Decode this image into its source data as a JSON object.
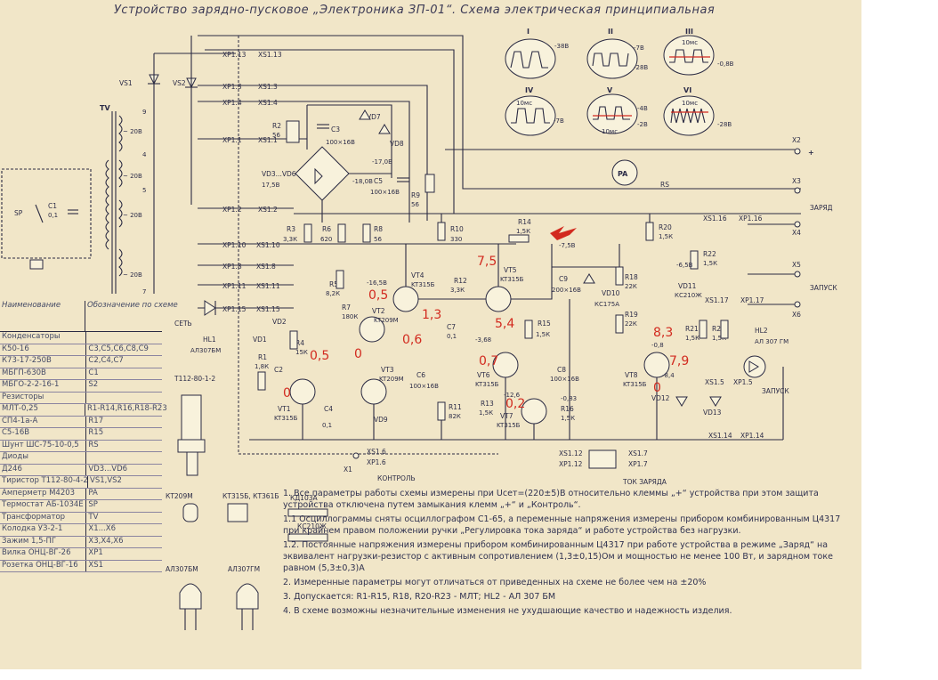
{
  "title": "Устройство зарядно-пусковое „Электроника ЗП-01“. Схема электрическая принципиальная",
  "oscillograms": [
    {
      "label": "I",
      "value": "-38В"
    },
    {
      "label": "II",
      "value1": "-7В",
      "value2": "-28В"
    },
    {
      "label": "III",
      "value1": "10мс",
      "value2": "-0,8В"
    },
    {
      "label": "IV",
      "value1": "10мс",
      "value2": "-7В"
    },
    {
      "label": "V",
      "value1": "-4В",
      "value2": "10мс",
      "value3": "-2В"
    },
    {
      "label": "VI",
      "value1": "10мс",
      "value2": "-28В"
    }
  ],
  "labels": {
    "tv": "TV",
    "vs1": "VS1",
    "vs2": "VS2",
    "sp": "SP",
    "c1": "C1",
    "c1v": "0,1",
    "v20a": "~ 20В",
    "v20b": "~ 20В",
    "v20c": "~ 20В",
    "v20d": "~ 20В",
    "xp113": "XP1.13",
    "xs113": "XS1.13",
    "xp13": "XP1.3",
    "xs13": "XS1.3",
    "xp14": "XP1.4",
    "xs14": "XS1.4",
    "xp11": "XP1.1",
    "xs11": "XS1.1",
    "xp12": "XP1.2",
    "xs12": "XS1.2",
    "xp110": "XP1.10",
    "xs110": "XS1.10",
    "xp18": "XP1.8",
    "xs18": "XS1.8",
    "xp111": "XP1.11",
    "xs111": "XS1.11",
    "xp115": "XP1.15",
    "xs115": "XS1.15",
    "r2": "R2",
    "r2v": "56",
    "c3": "C3",
    "c3v": "100×16В",
    "vd7": "VD7",
    "vd8": "VD8",
    "vd3": "VD3...VD6",
    "v175": "17,5В",
    "v18": "-18,0В",
    "v17": "-17,0В",
    "c5": "C5",
    "c5v": "100×16В",
    "r9": "R9",
    "r9v": "56",
    "r3": "R3",
    "r3v": "3,3К",
    "r6": "R6",
    "r6v": "620",
    "r8": "R8",
    "r8v": "56",
    "r10": "R10",
    "r10v": "330",
    "r14": "R14",
    "r14v": "1,5К",
    "xs116": "XS1.16",
    "xp116": "XP1.16",
    "r20": "R20",
    "r20v": "1,5К",
    "vd11": "VD11",
    "vd11t": "КС210Ж",
    "r22": "R22",
    "r22v": "1,5К",
    "vt4": "VT4",
    "vt4t": "KT315Б",
    "vt5": "VT5",
    "vt5t": "KT315Б",
    "r12": "R12",
    "r12v": "3,3К",
    "c7": "C7",
    "c7v": "0,1",
    "c9": "C9",
    "c9v": "200×16В",
    "vd10": "VD10",
    "vd10t": "КС175А",
    "r18": "R18",
    "r18v": "22К",
    "r19": "R19",
    "r19v": "22К",
    "r15": "R15",
    "r15v": "1,5К",
    "r21": "R21",
    "r21v": "1,5К",
    "r23": "R23",
    "r23v": "1,5К",
    "vt1": "VT1",
    "vt1t": "KT315Б",
    "vt2": "VT2",
    "vt3": "VT3",
    "vt3t": "KT209М",
    "vt6": "VT6",
    "vt6t": "KT315Б",
    "vt7": "VT7",
    "vt7t": "KT315Б",
    "vt8": "VT8",
    "vt8t": "KT315Б",
    "vt209": "KT209М",
    "r5": "R5",
    "r5v": "8,2К",
    "r7": "R7",
    "r7v": "180К",
    "r4": "R4",
    "r4v": "15К",
    "r1": "R1",
    "r1v": "1,8К",
    "c2": "C2",
    "c4": "C4",
    "c4v": "0,1",
    "c6": "C6",
    "c6v": "100×16В",
    "c8": "C8",
    "c8v": "100×16В",
    "r11": "R11",
    "r11v": "82К",
    "r13": "R13",
    "r13v": "1,5К",
    "r16": "R16",
    "r16v": "1,5К",
    "vd1": "VD1",
    "vd2": "VD2",
    "vd9": "VD9",
    "vd12": "VD12",
    "vd13": "VD13",
    "hl1": "HL1",
    "hl1t": "АЛ307БМ",
    "hl2": "HL2",
    "hl2t": "АЛ 307 ГМ",
    "set": "СЕТЬ",
    "zapusk": "ЗАПУСК",
    "zapusk2": "ЗАПУСК",
    "x1": "X1",
    "x2": "X2",
    "x3": "X3",
    "x4": "X4",
    "x5": "X5",
    "x6": "X6",
    "pa": "PA",
    "rs": "RS",
    "zaryad": "ЗАРЯД",
    "kontrol": "КОНТРОЛЬ",
    "tok": "ТОК ЗАРЯДА",
    "xs16": "XS1.6",
    "xp16": "XP1.6",
    "xs17": "XS1.7",
    "xp17": "XP1.7",
    "xs114": "XS1.14",
    "xp114": "XP1.14",
    "xs112": "XS1.12",
    "xp112": "XP1.12",
    "xp117": "XP1.17",
    "xs117": "XS1.17",
    "xs15": "XS1.5",
    "xp15": "XP1.5",
    "v165": "-16,5В",
    "v75": "-7,5В",
    "v65": "-6,5В",
    "v08": "-0,8",
    "v126": "-12,6",
    "v368": "-3,68",
    "v083": "-0,83",
    "v84": "-8,4"
  },
  "red_marks": {
    "m1": "7,5",
    "m2": "0,5",
    "m3": "1,3",
    "m4": "0,6",
    "m5": "5,4",
    "m6": "0,7",
    "m7": "0,2",
    "m8": "8,3",
    "m9": "7,9",
    "m10": "0",
    "m11": "0",
    "m12": "0,5",
    "m13": "0"
  },
  "bom": {
    "col1": "Наименование",
    "col2": "Обозначение по схеме",
    "rows": [
      {
        "name": "Конденсаторы",
        "ref": ""
      },
      {
        "name": "К50-16",
        "ref": "C3,C5,C6,C8,C9"
      },
      {
        "name": "К73-17-250В",
        "ref": "C2,C4,C7"
      },
      {
        "name": "МБГП-630В",
        "ref": "C1"
      },
      {
        "name": "МБГО-2-2-16-1",
        "ref": "S2"
      },
      {
        "name": "Резисторы",
        "ref": ""
      },
      {
        "name": "МЛТ-0,25",
        "ref": "R1-R14,R16,R18-R23"
      },
      {
        "name": "СП4-1а-А",
        "ref": "R17"
      },
      {
        "name": "С5-16В",
        "ref": "R15"
      },
      {
        "name": "Шунт ШС-75-10-0,5",
        "ref": "RS"
      },
      {
        "name": "Диоды",
        "ref": ""
      },
      {
        "name": "Д246",
        "ref": "VD3...VD6"
      },
      {
        "name": "Тиристор Т112-80-4-2",
        "ref": "VS1,VS2"
      },
      {
        "name": "Амперметр М4203",
        "ref": "PA"
      },
      {
        "name": "Термостат АБ-1034Е",
        "ref": "SP"
      },
      {
        "name": "Трансформатор",
        "ref": "TV"
      },
      {
        "name": "Колодка УЗ-2-1",
        "ref": "X1...X6"
      },
      {
        "name": "Зажим 1,5-ПГ",
        "ref": "X3,X4,X6"
      },
      {
        "name": "Вилка ОНЦ-ВГ-26",
        "ref": "XP1"
      },
      {
        "name": "Розетка ОНЦ-ВГ-16",
        "ref": "XS1"
      }
    ]
  },
  "packages": {
    "t112": "Т112-80-1-2",
    "kt209": "КТ209М",
    "kt315": "КТ315Б, КТ361Б",
    "kd": "КД103А",
    "kc": "КС210Ж",
    "al307bm": "АЛ307БМ",
    "al307gm": "АЛ307ГМ"
  },
  "notes": [
    "1. Все параметры работы схемы измерены при Uсет=(220±5)В относительно клеммы „+“ устройства при этом защита устройства отключена путем замыкания клемм „+“ и „Контроль“.",
    "1.1 Осциллограммы сняты осциллографом С1-65, а переменные напряжения измерены прибором комбинированным Ц4317 при крайнем правом положении ручки „Регулировка тока заряда“ и работе устройства без нагрузки.",
    "1.2. Постоянные напряжения измерены прибором комбинированным Ц4317 при работе устройства в режиме „Заряд“ на эквивалент нагрузки-резистор с активным сопротивлением (1,3±0,15)Ом и мощностью не менее 100 Вт, и зарядном токе равном (5,3±0,3)А",
    "2. Измеренные параметры могут отличаться от приведенных на схеме не более чем на ±20%",
    "3. Допускается: R1-R15, R18, R20-R23 - МЛТ; HL2 - АЛ 307 БМ",
    "4. В схеме возможны незначительные изменения не ухудшающие качество и надежность изделия."
  ]
}
